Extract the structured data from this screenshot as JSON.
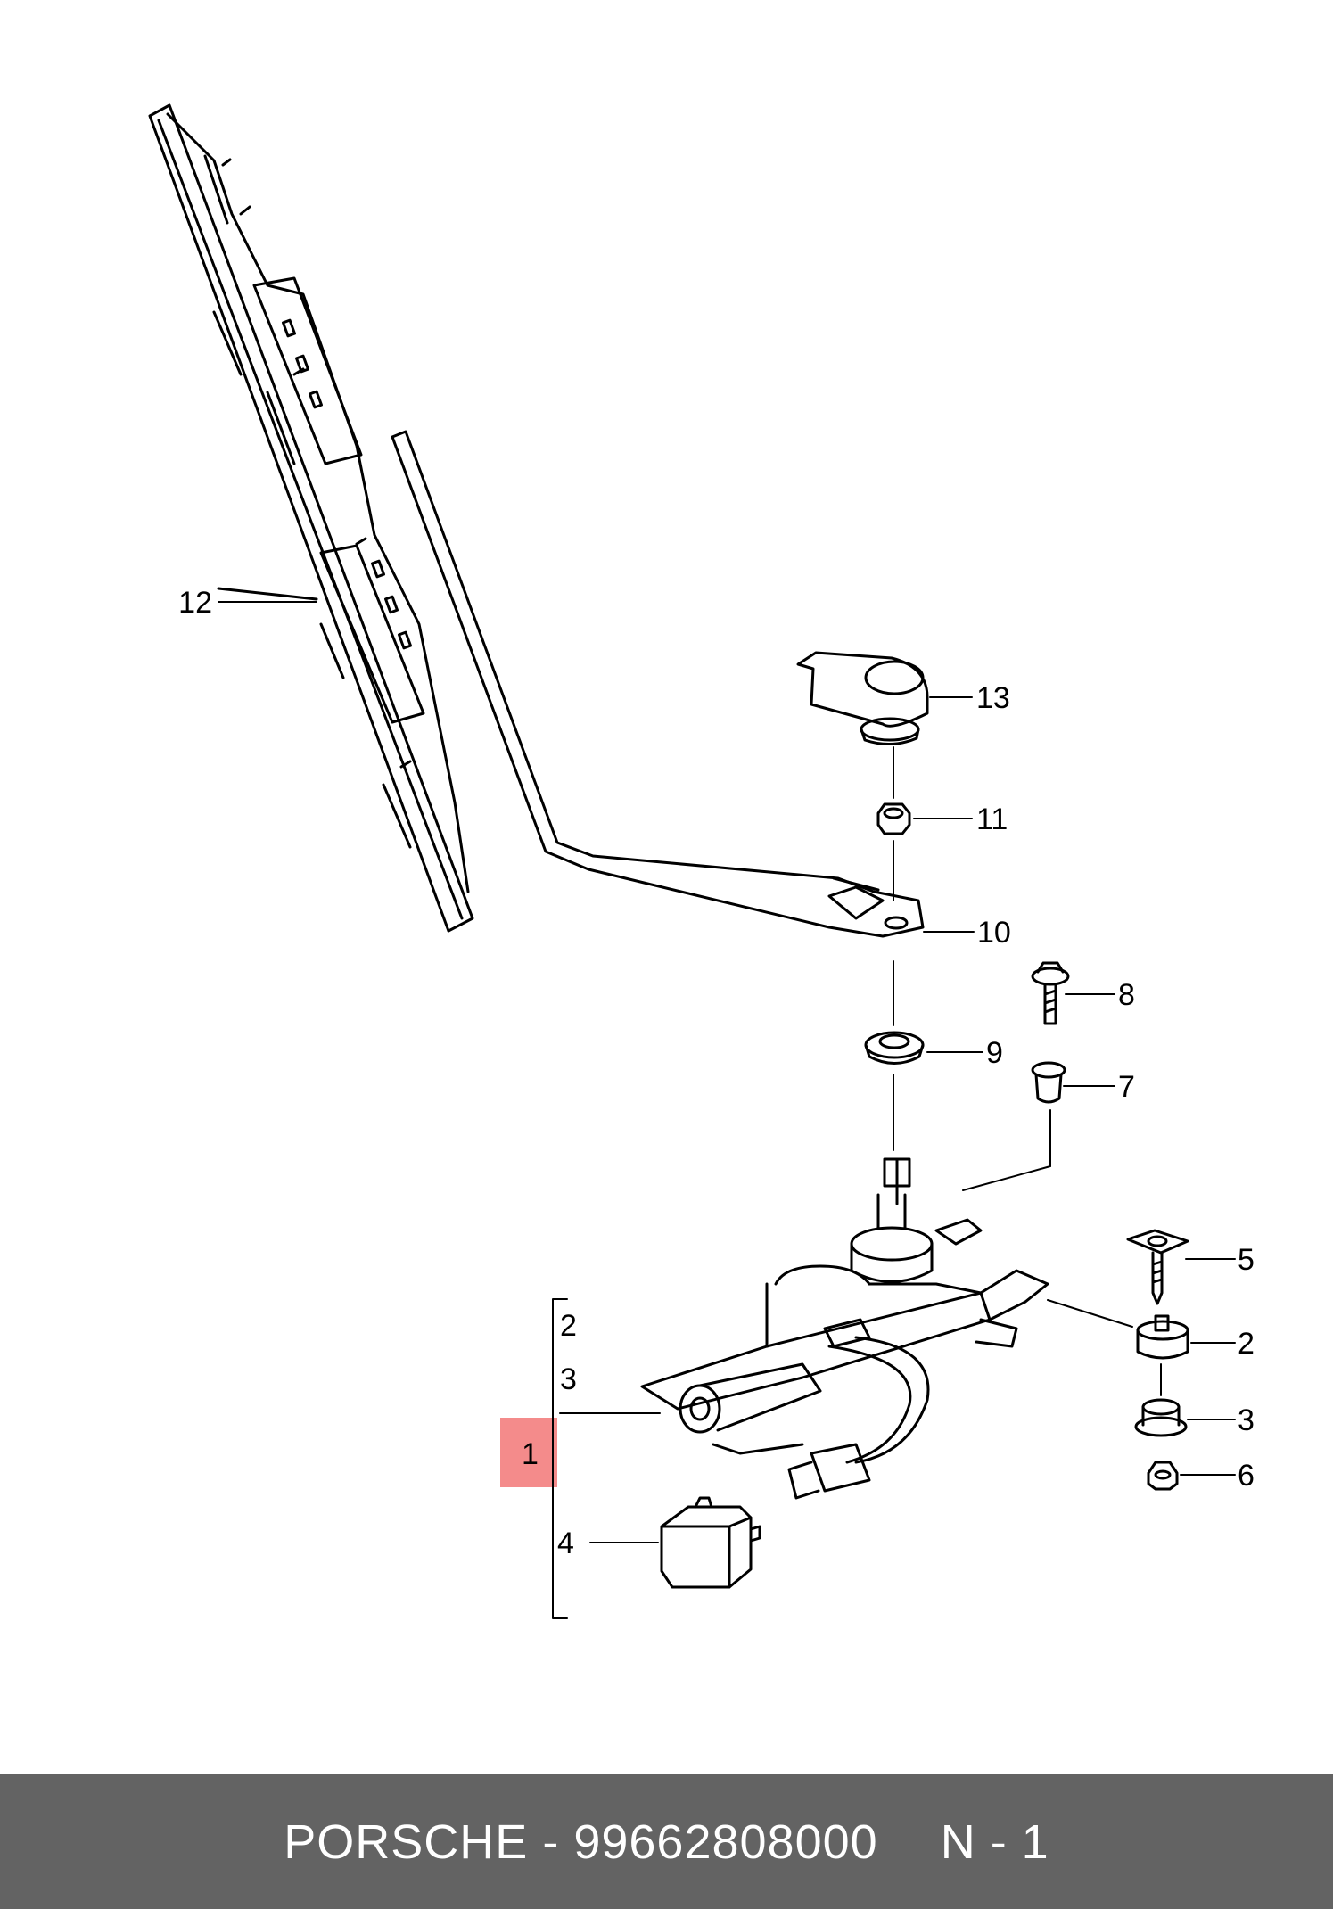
{
  "callouts": {
    "c12": "12",
    "c13": "13",
    "c11": "11",
    "c10": "10",
    "c8": "8",
    "c9": "9",
    "c7": "7",
    "c5": "5",
    "c2_right": "2",
    "c3_right": "3",
    "c6": "6",
    "c2_left": "2",
    "c3_left": "3",
    "c1": "1",
    "c4": "4"
  },
  "footer": {
    "brand": "PORSCHE",
    "separator": "-",
    "part_number": "99662808000",
    "quantity": "N - 1"
  },
  "colors": {
    "footer_bg": "#636363",
    "highlight": "#f06464"
  }
}
